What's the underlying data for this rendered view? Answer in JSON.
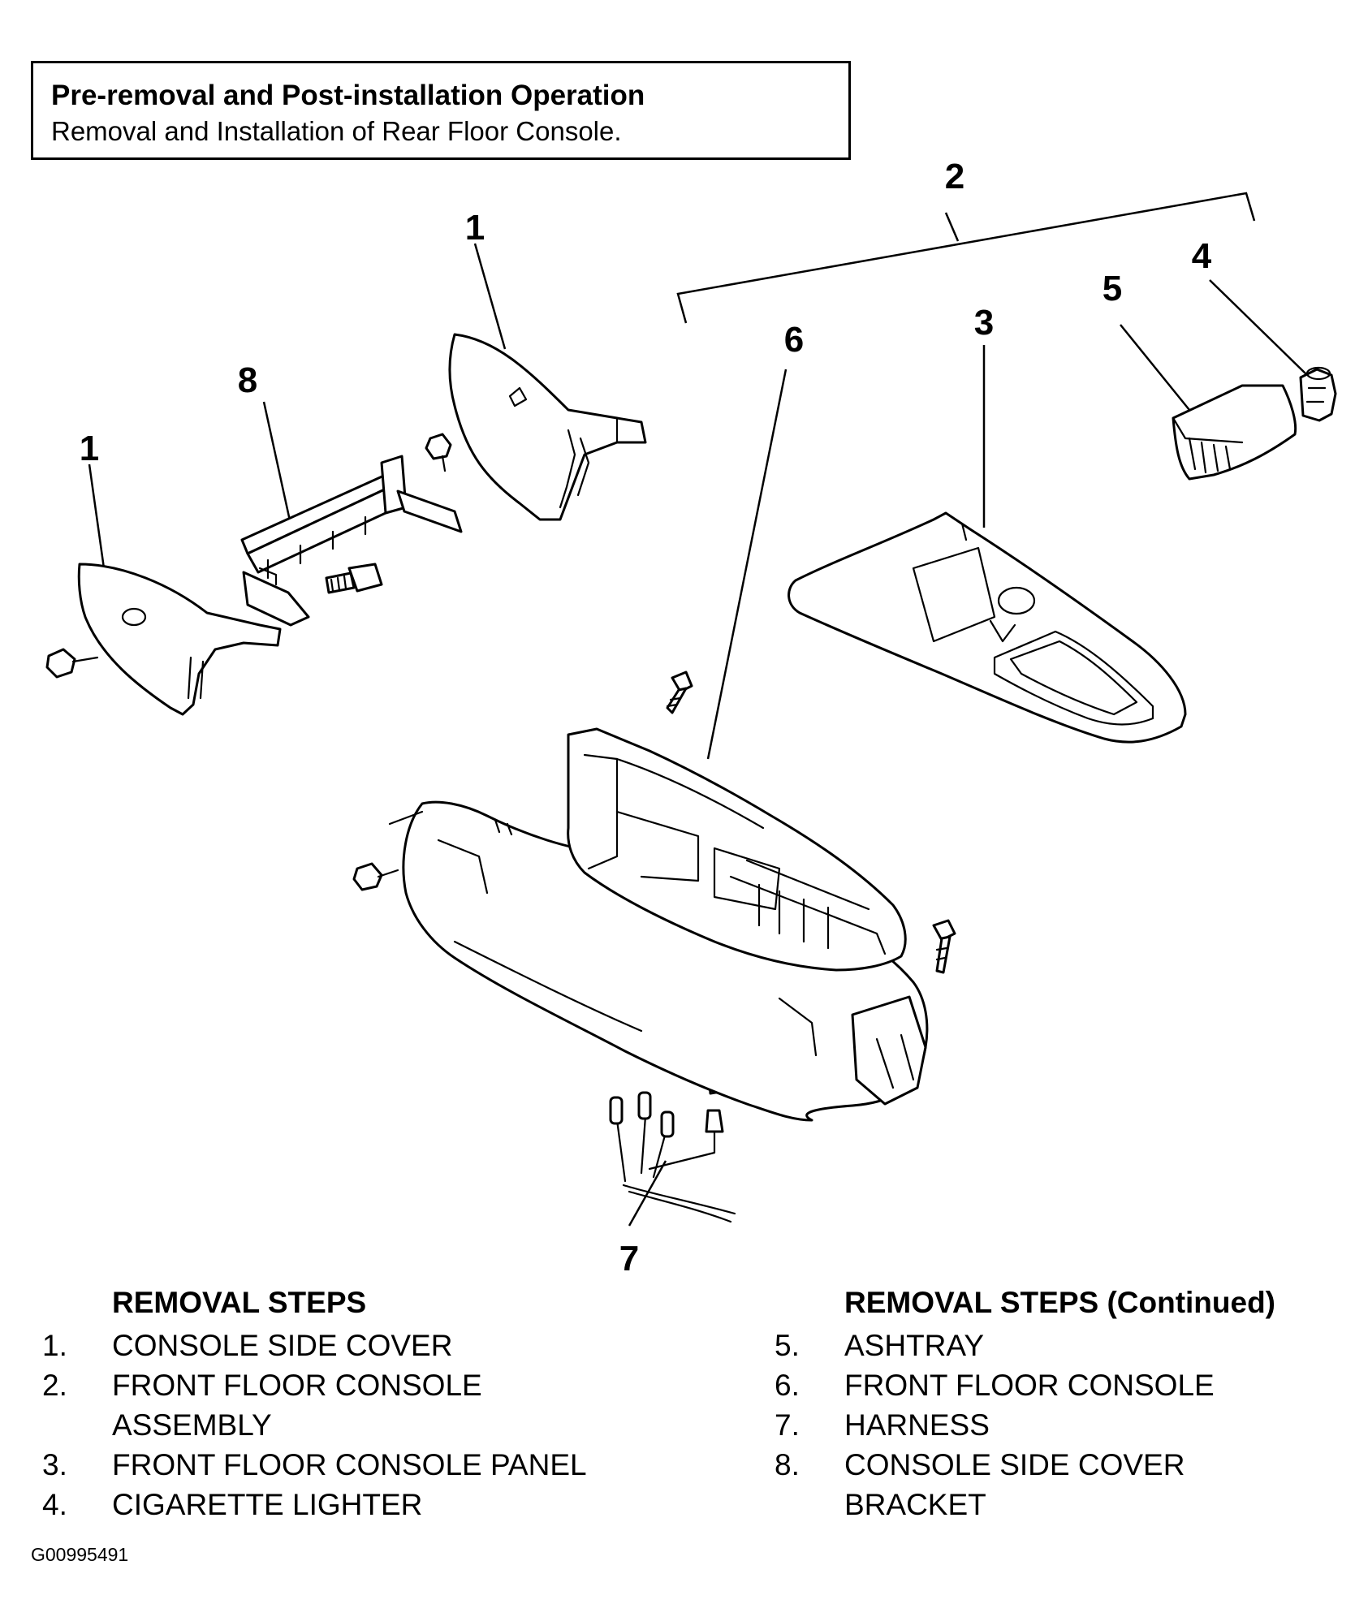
{
  "note": {
    "title": "Pre-removal and Post-installation Operation",
    "body": "Removal and Installation of Rear Floor Console."
  },
  "callouts": {
    "c1_upper": "1",
    "c1_left": "1",
    "c2": "2",
    "c3": "3",
    "c4": "4",
    "c5": "5",
    "c6": "6",
    "c7": "7",
    "c8": "8"
  },
  "steps_left": {
    "heading": "REMOVAL STEPS",
    "items": [
      {
        "num": "1.",
        "text": "CONSOLE SIDE COVER"
      },
      {
        "num": "2.",
        "text": "FRONT FLOOR CONSOLE ASSEMBLY"
      },
      {
        "num": "3.",
        "text": "FRONT FLOOR CONSOLE PANEL"
      },
      {
        "num": "4.",
        "text": "CIGARETTE LIGHTER"
      }
    ]
  },
  "steps_right": {
    "heading": "REMOVAL STEPS (Continued)",
    "items": [
      {
        "num": "5.",
        "text": "ASHTRAY"
      },
      {
        "num": "6.",
        "text": "FRONT FLOOR CONSOLE"
      },
      {
        "num": "7.",
        "text": "HARNESS"
      },
      {
        "num": "8.",
        "text": "CONSOLE SIDE COVER BRACKET"
      }
    ]
  },
  "figure_id": "G00995491"
}
